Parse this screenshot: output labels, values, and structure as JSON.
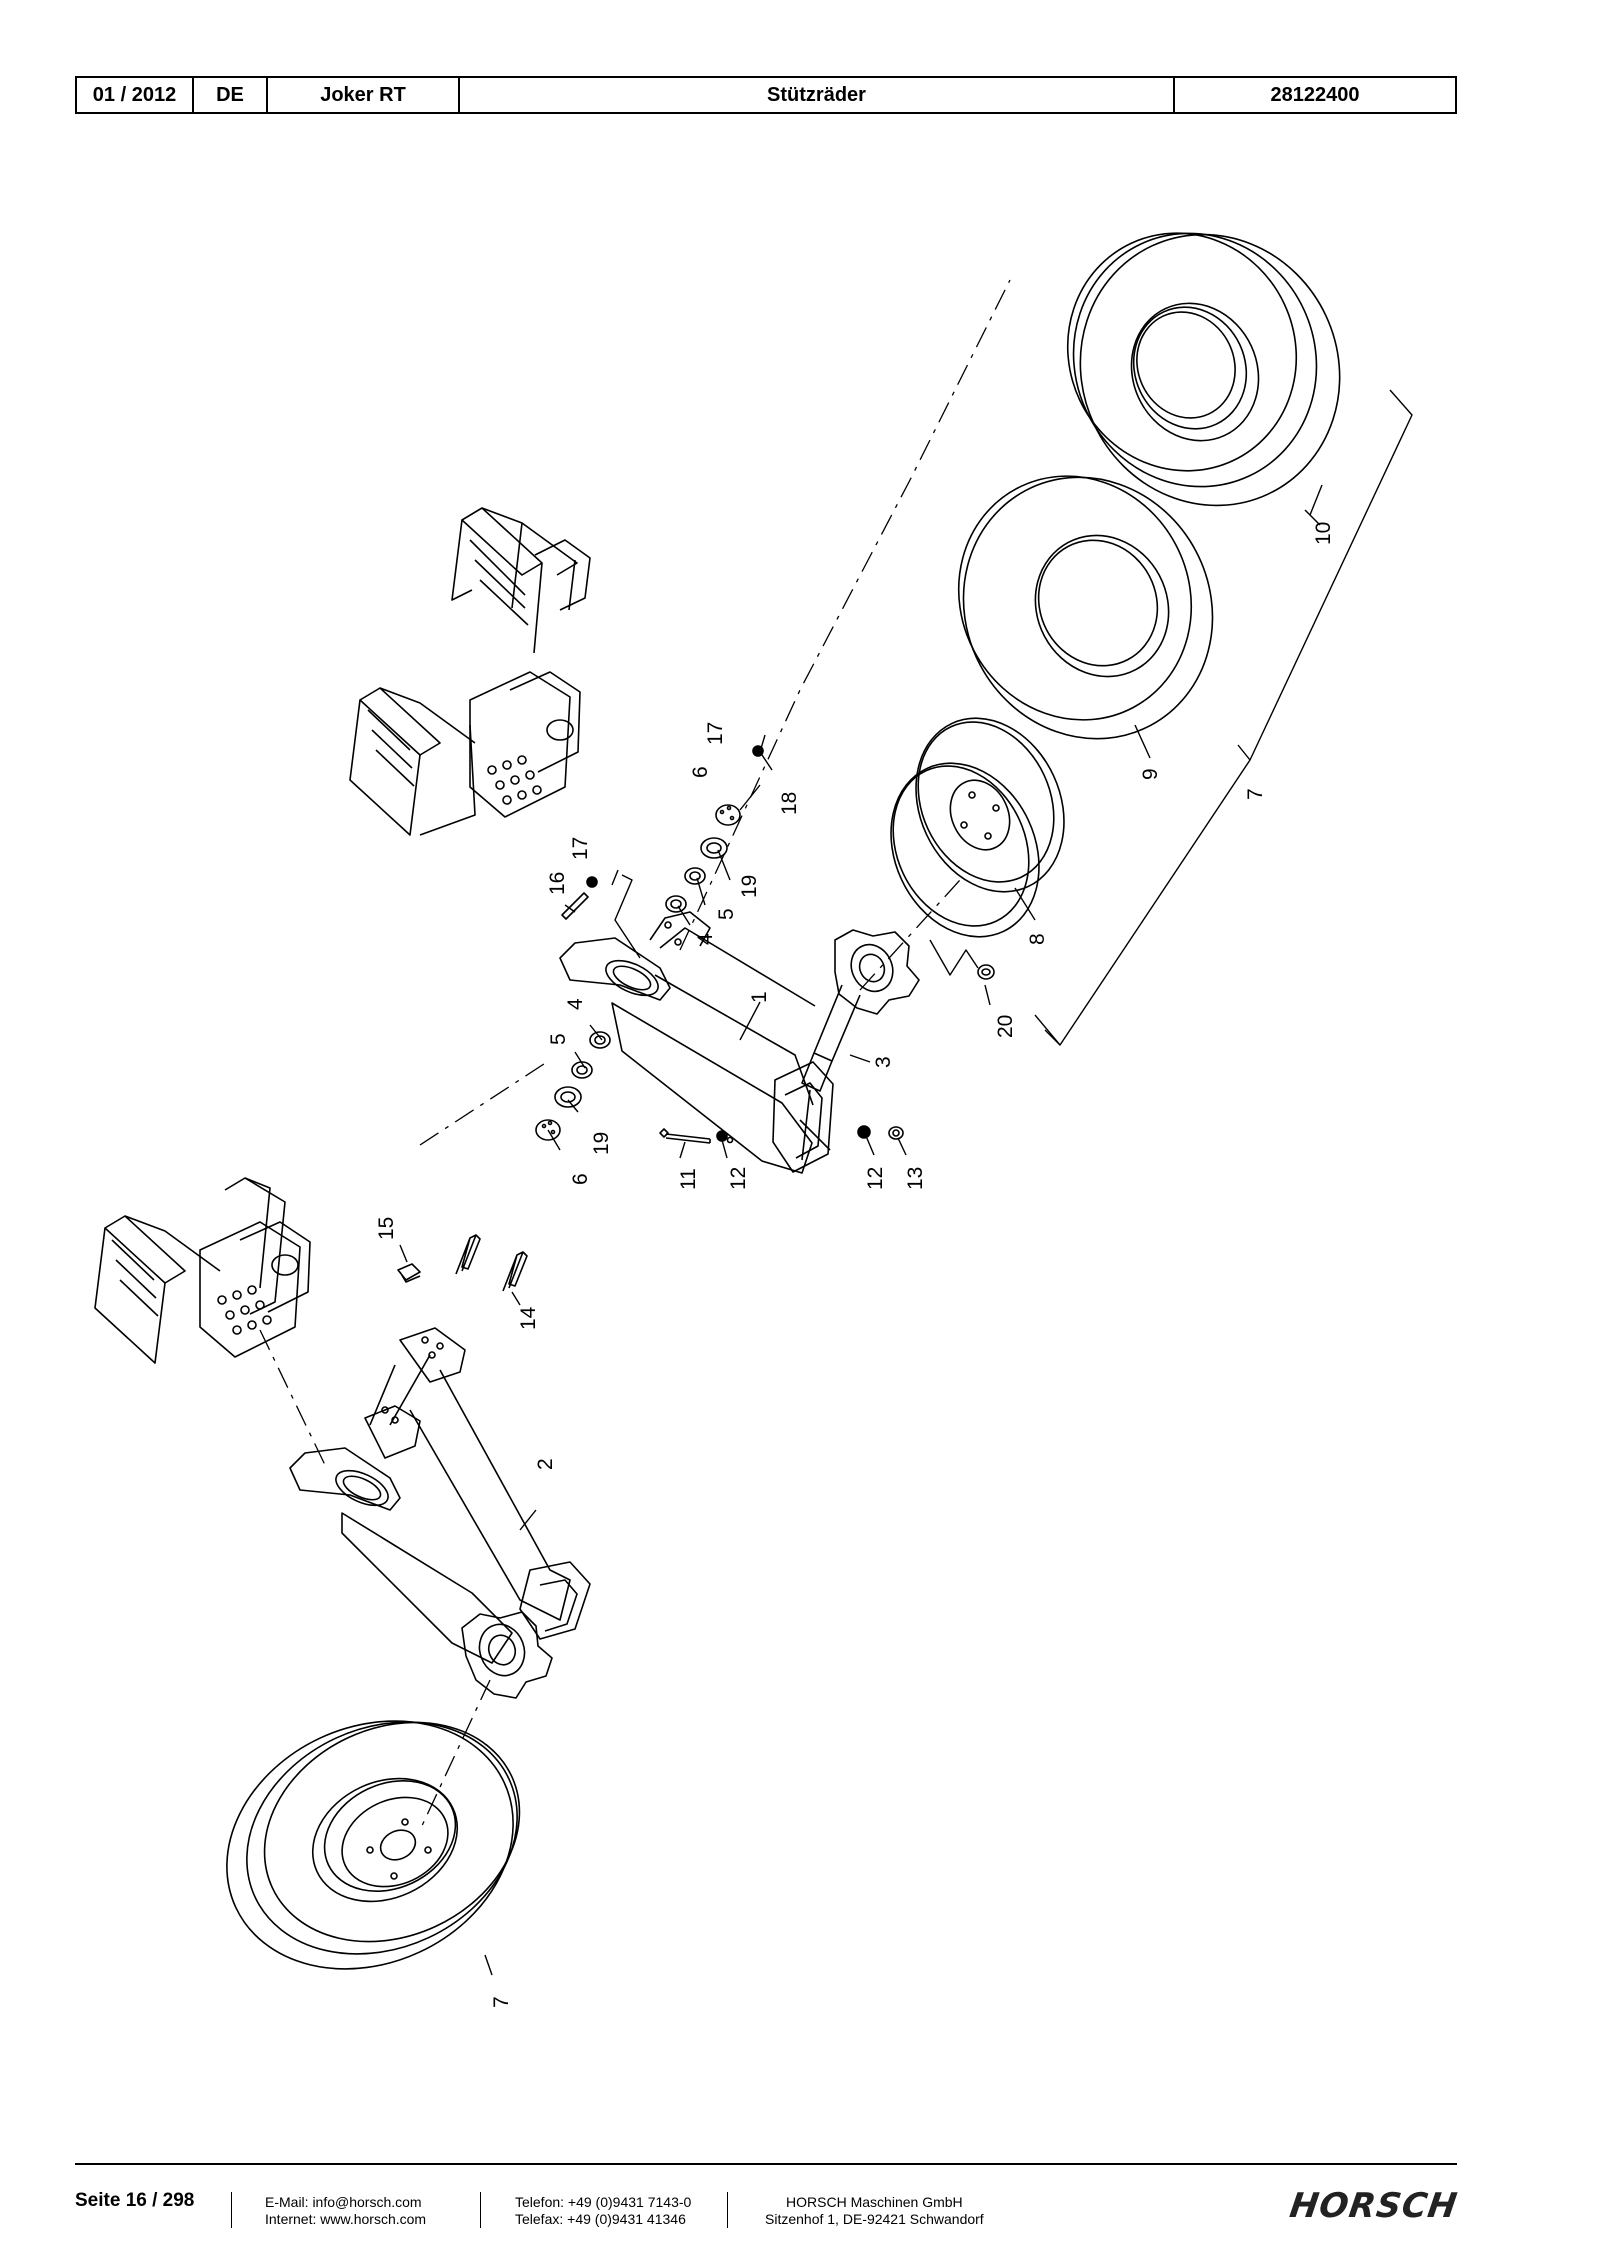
{
  "header": {
    "date": "01 / 2012",
    "language": "DE",
    "model": "Joker RT",
    "title": "Stützräder",
    "part_number": "28122400"
  },
  "callouts": {
    "c10": "10",
    "c9": "9",
    "c7a": "7",
    "c8": "8",
    "c20": "20",
    "c17a": "17",
    "c6a": "6",
    "c18": "18",
    "c19a": "19",
    "c5a": "5",
    "c4a": "4",
    "c17b": "17",
    "c16": "16",
    "c1": "1",
    "c3": "3",
    "c4b": "4",
    "c5b": "5",
    "c19b": "19",
    "c6b": "6",
    "c11": "11",
    "c12a": "12",
    "c12b": "12",
    "c13": "13",
    "c15": "15",
    "c14": "14",
    "c2": "2",
    "c7b": "7"
  },
  "footer": {
    "page": "Seite 16 / 298",
    "email": "E-Mail: info@horsch.com",
    "internet": "Internet: www.horsch.com",
    "phone": "Telefon: +49 (0)9431 7143-0",
    "fax": "Telefax: +49 (0)9431 41346",
    "company": "HORSCH Maschinen GmbH",
    "address": "Sitzenhof 1, DE-92421 Schwandorf",
    "logo": "HORSCH"
  }
}
